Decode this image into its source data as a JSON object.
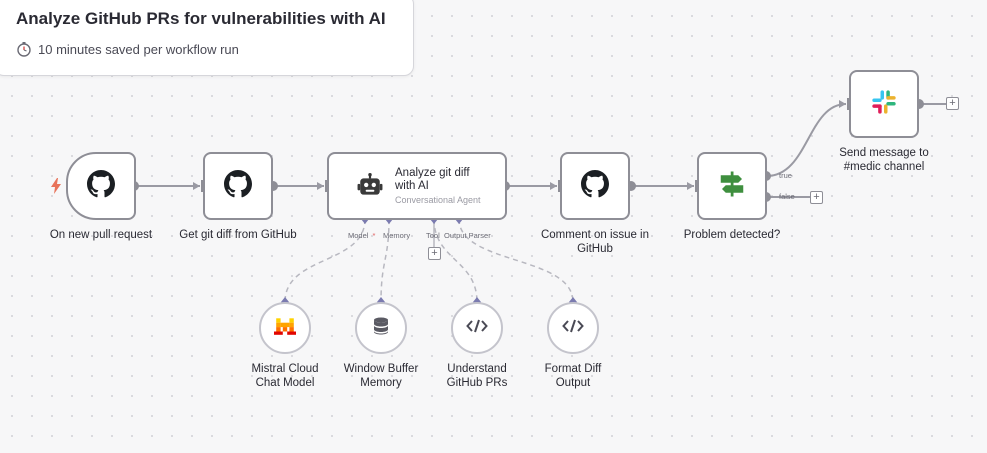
{
  "workflow": {
    "title": "Analyze GitHub PRs for vulnerabilities with AI",
    "subtitle": "10 minutes saved per workflow run"
  },
  "nodes": {
    "trigger": {
      "label": "On new pull request",
      "icon": "github-icon"
    },
    "get_diff": {
      "label": "Get git diff from GitHub",
      "icon": "github-icon"
    },
    "agent": {
      "title_line1": "Analyze git diff",
      "title_line2": "with AI",
      "subtitle": "Conversational Agent",
      "icon": "robot-icon",
      "ports": {
        "model": "Model",
        "memory": "Memory",
        "tool": "Tool",
        "output_parser": "Output Parser",
        "required_mark": "*"
      }
    },
    "comment": {
      "label_line1": "Comment on issue in",
      "label_line2": "GitHub",
      "icon": "github-icon"
    },
    "problem": {
      "label": "Problem detected?",
      "icon": "signpost-icon",
      "branch_true": "true",
      "branch_false": "false"
    },
    "slack": {
      "label_line1": "Send message to",
      "label_line2": "#medic channel",
      "icon": "slack-icon"
    },
    "mistral": {
      "label_line1": "Mistral Cloud",
      "label_line2": "Chat Model",
      "icon": "mistral-icon"
    },
    "memory": {
      "label_line1": "Window Buffer",
      "label_line2": "Memory",
      "icon": "database-icon"
    },
    "understand": {
      "label_line1": "Understand",
      "label_line2": "GitHub PRs",
      "icon": "code-icon"
    },
    "format": {
      "label_line1": "Format Diff",
      "label_line2": "Output",
      "icon": "code-icon"
    }
  },
  "colors": {
    "node_border": "#8e8e96",
    "edge": "#9a9aa3",
    "sub_node_border": "#c4c4cc",
    "trigger_bolt": "#e8735a",
    "signpost": "#3f8f3f",
    "mistral_orange": "#f7931e"
  }
}
